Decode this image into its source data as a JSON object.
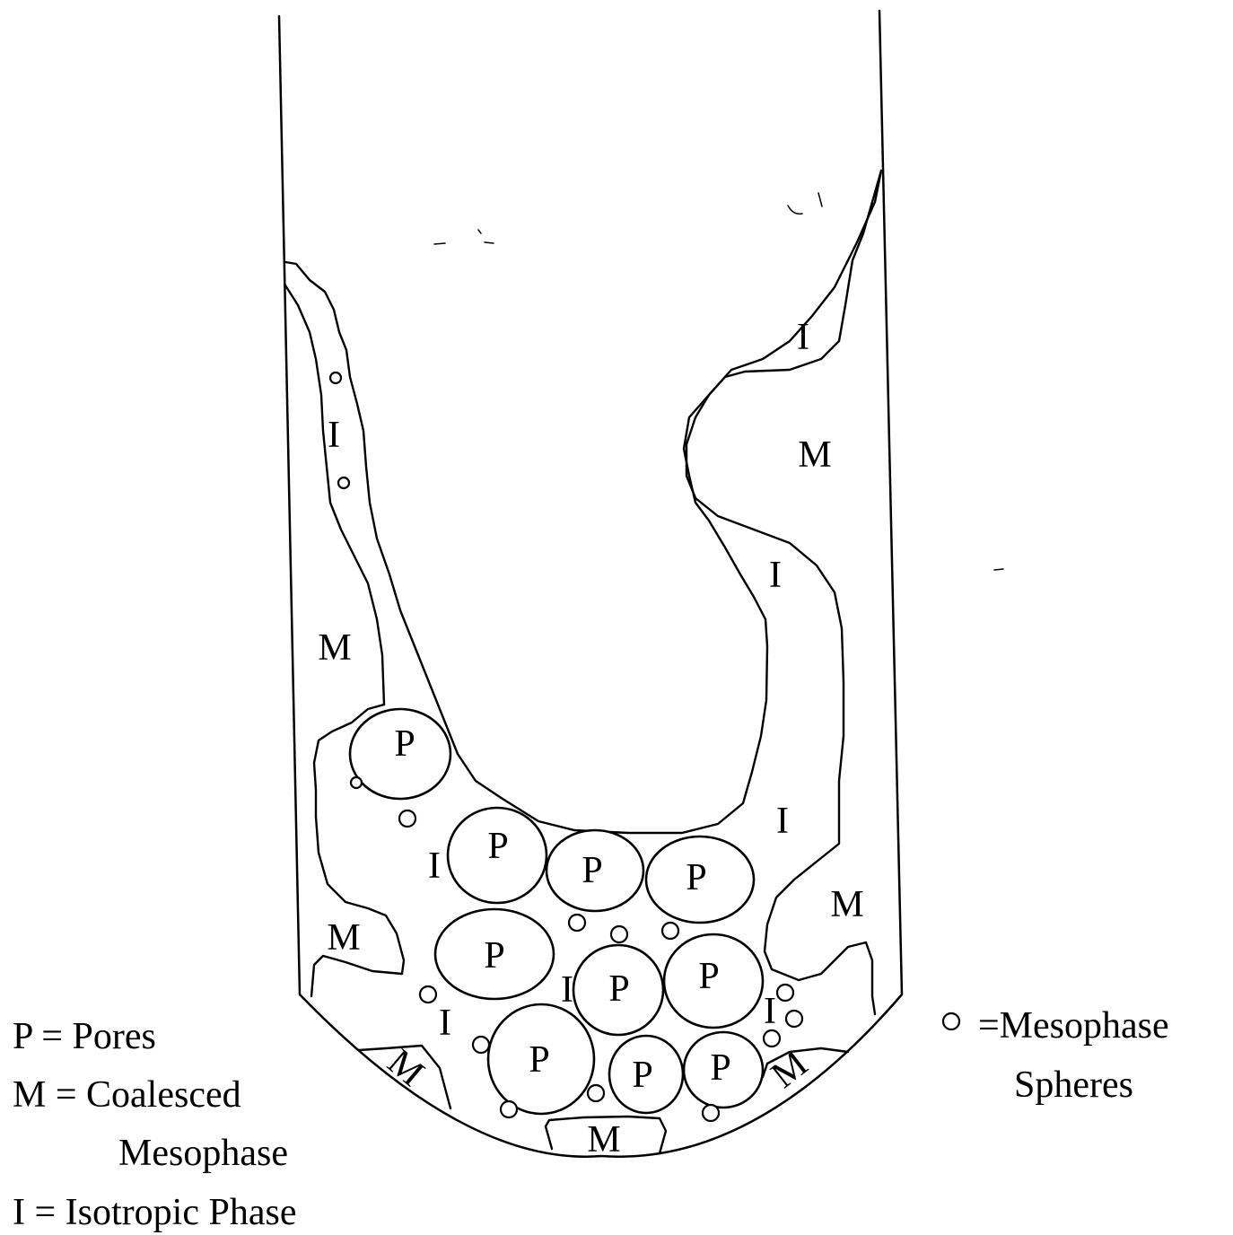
{
  "regions": {
    "pores": [
      {
        "label": "P"
      },
      {
        "label": "P"
      },
      {
        "label": "P"
      },
      {
        "label": "P"
      },
      {
        "label": "P"
      },
      {
        "label": "P"
      },
      {
        "label": "P"
      },
      {
        "label": "P"
      },
      {
        "label": "P"
      },
      {
        "label": "P"
      }
    ],
    "isotropic": [
      {
        "label": "I"
      },
      {
        "label": "I"
      },
      {
        "label": "I"
      },
      {
        "label": "I"
      },
      {
        "label": "I"
      },
      {
        "label": "I"
      },
      {
        "label": "I"
      },
      {
        "label": "I"
      }
    ],
    "mesophase": [
      {
        "label": "M"
      },
      {
        "label": "M"
      },
      {
        "label": "M"
      },
      {
        "label": "M"
      },
      {
        "label": "M"
      },
      {
        "label": "M"
      },
      {
        "label": "M"
      }
    ]
  },
  "legend": {
    "pores": "P = Pores",
    "mesophase_line1": "M = Coalesced",
    "mesophase_line2": "Mesophase",
    "isotropic": "I = Isotropic Phase",
    "spheres_line1": "=Mesophase",
    "spheres_line2": "Spheres"
  }
}
